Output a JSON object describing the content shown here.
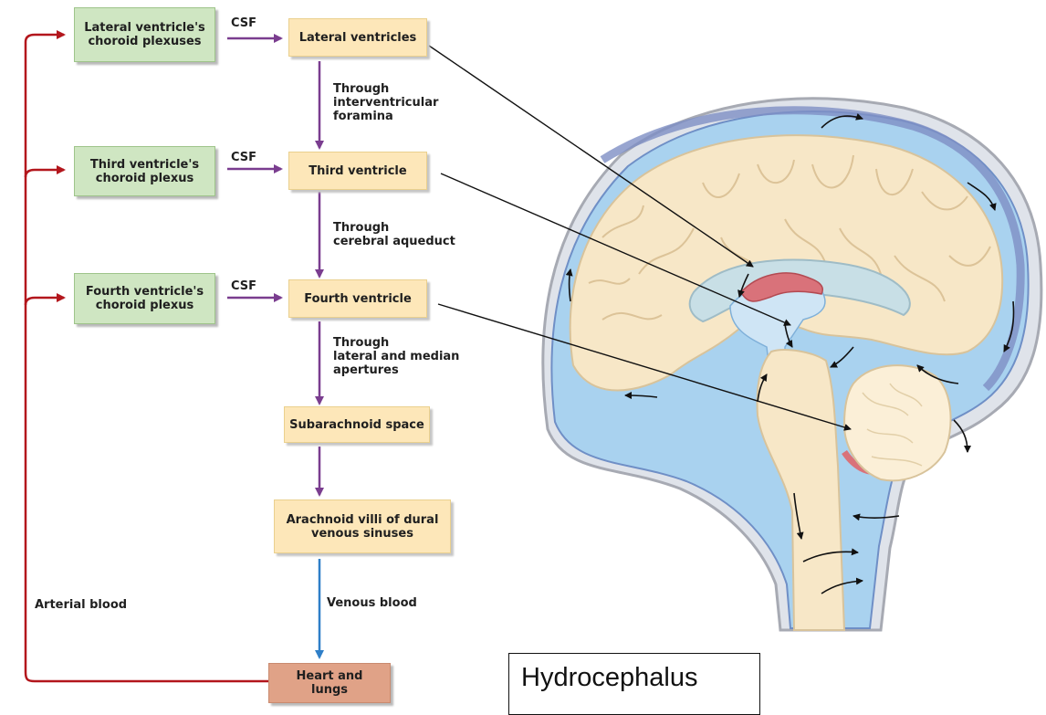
{
  "boxes": {
    "lv_plexus": "Lateral ventricle's\nchoroid plexuses",
    "tv_plexus": "Third ventricle's\nchoroid plexus",
    "fv_plexus": "Fourth ventricle's\nchoroid plexus",
    "lateral_ventricles": "Lateral ventricles",
    "third_ventricle": "Third ventricle",
    "fourth_ventricle": "Fourth ventricle",
    "subarachnoid": "Subarachnoid space",
    "arachnoid_villi": "Arachnoid villi of dural\nvenous sinuses",
    "heart_lungs": "Heart and\nlungs"
  },
  "labels": {
    "csf1": "CSF",
    "csf2": "CSF",
    "csf3": "CSF",
    "through1": "Through\ninterventricular\nforamina",
    "through2": "Through\ncerebral aqueduct",
    "through3": "Through\nlateral and median\napertures",
    "venous_blood": "Venous blood",
    "arterial_blood": "Arterial blood"
  },
  "title": "Hydrocephalus",
  "colors": {
    "arterial": "#b3161c",
    "csf_arrow": "#7a3d8f",
    "venous": "#2f7fc8",
    "csf_fluid": "#a9d2ef",
    "brain": "#f7e7c7"
  }
}
